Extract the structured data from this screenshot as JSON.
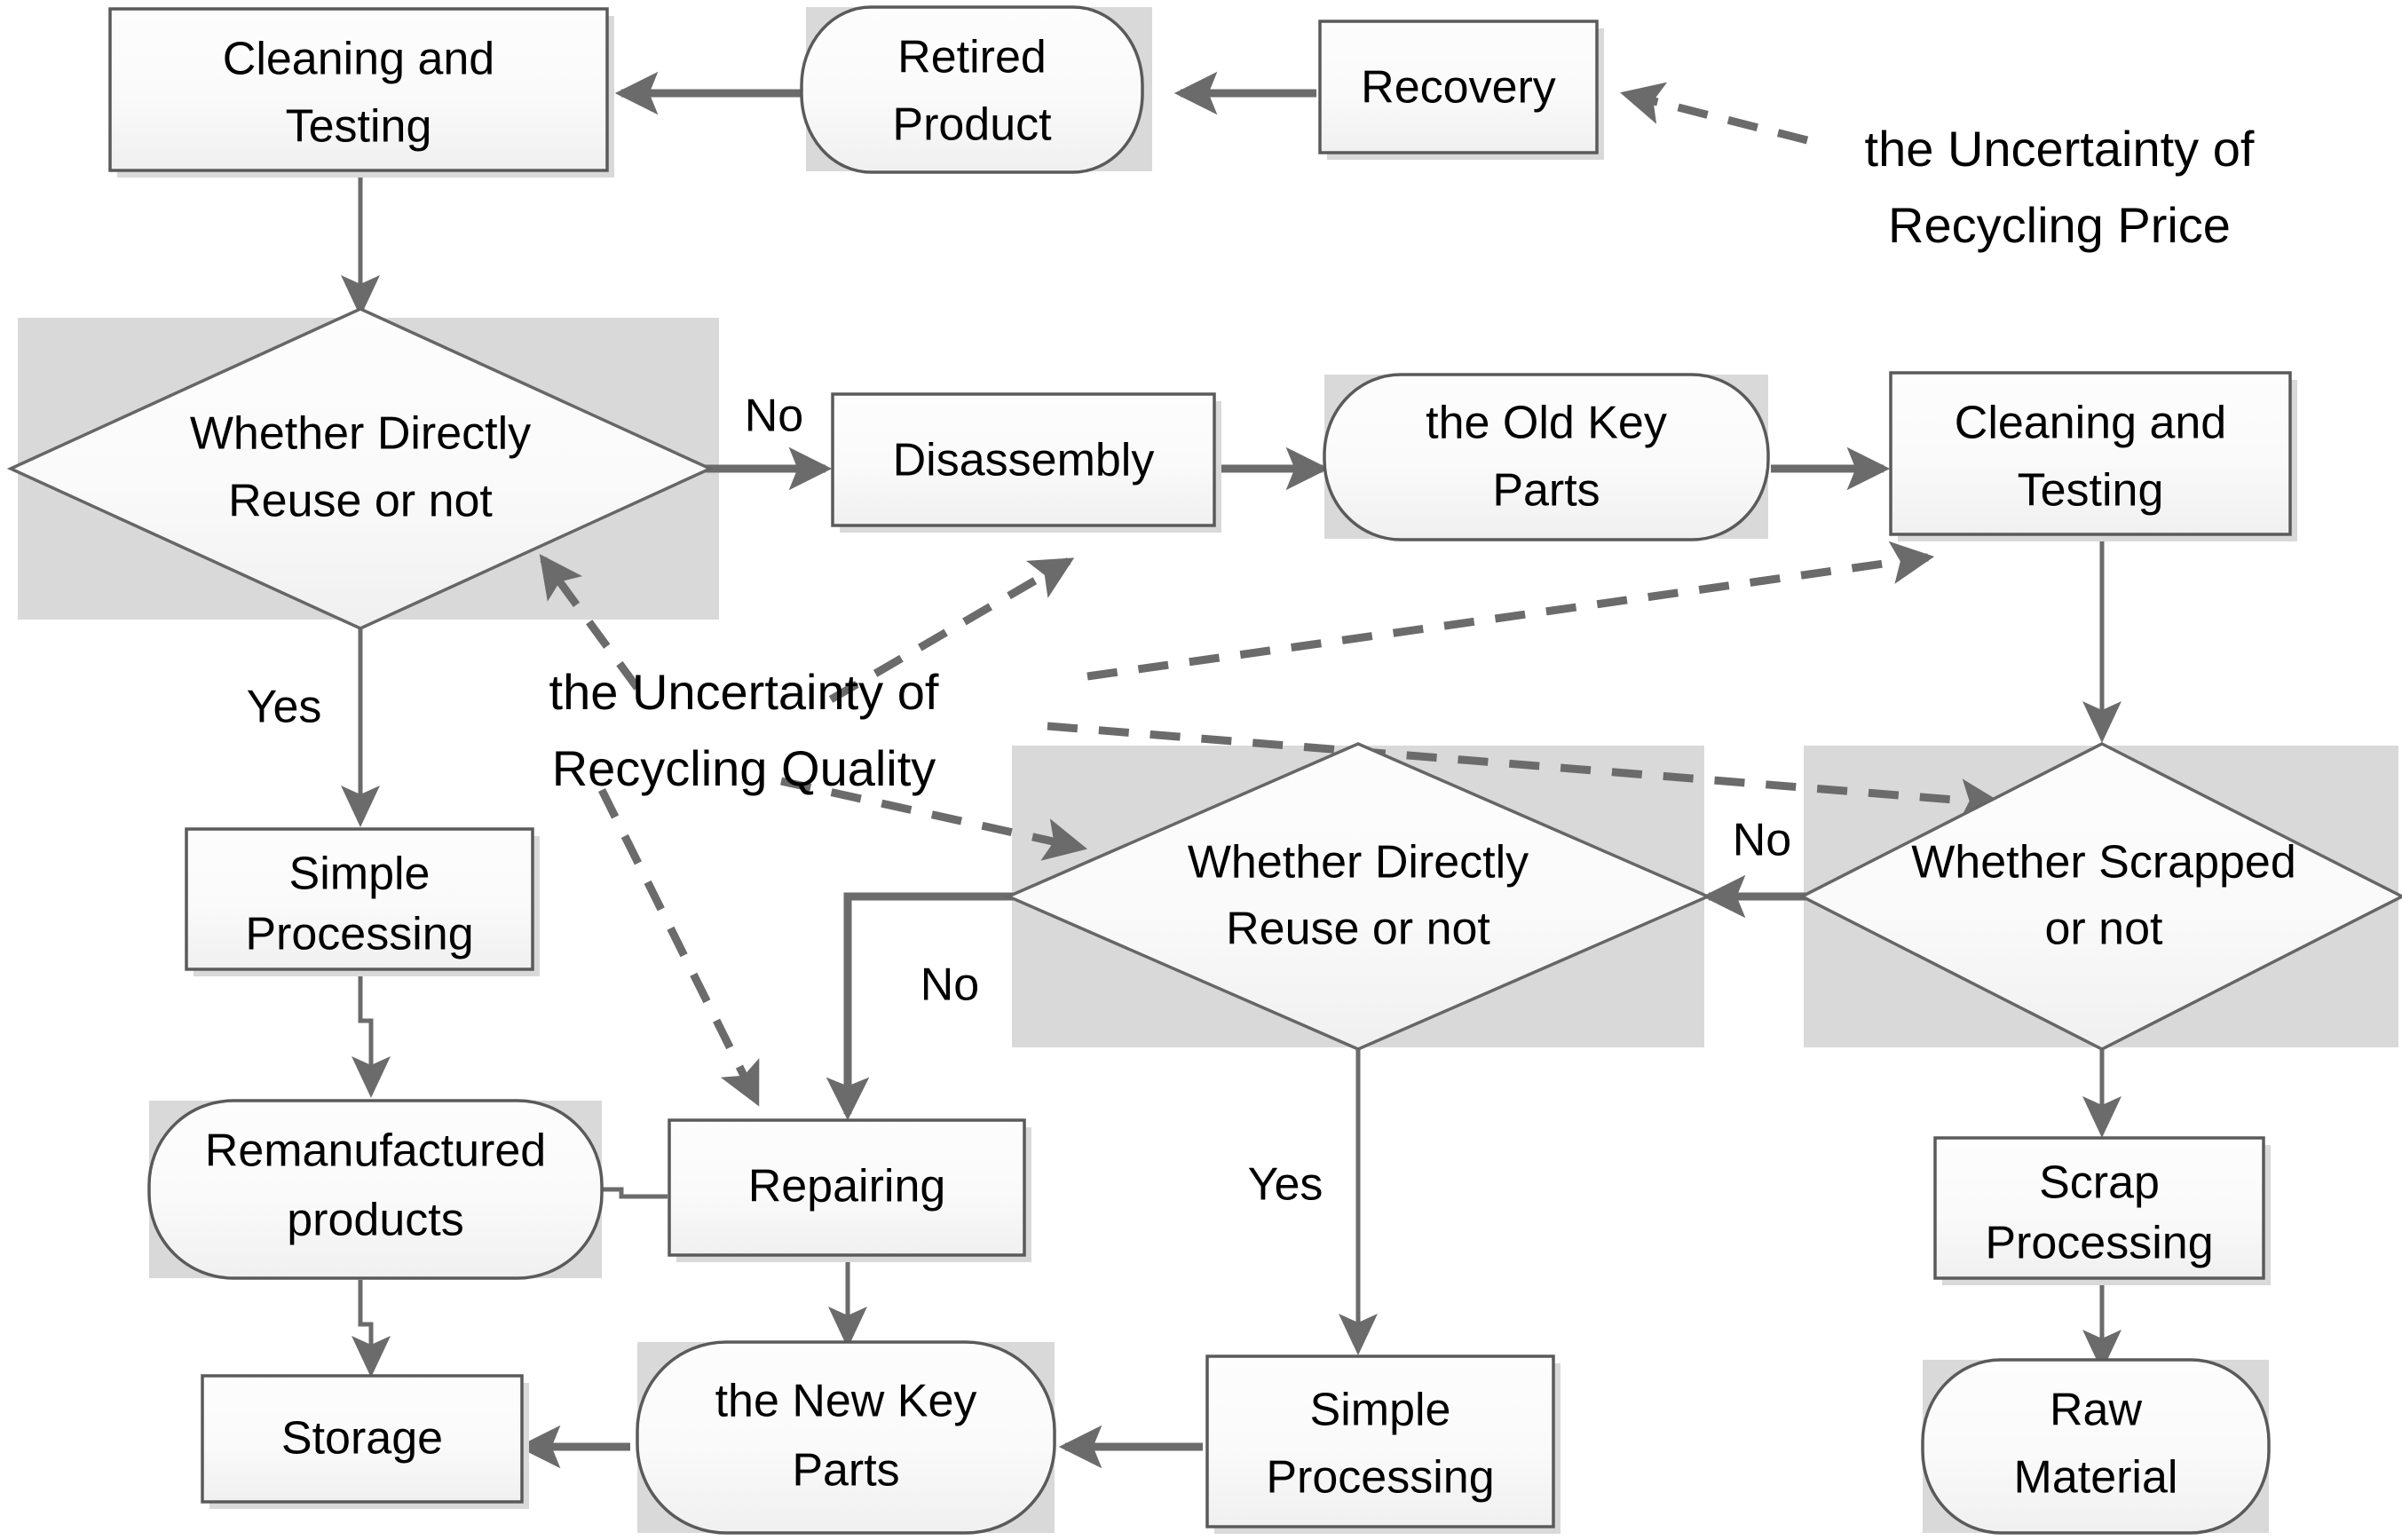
{
  "diagram": {
    "title": "Closed-loop Remanufacturing Recycling Process Flowchart",
    "colors": {
      "shadow_grey": "#d9d9d9",
      "shape_fill": "#fafafa",
      "shape_stroke": "#5a5a5a",
      "edge_grey": "#6b6b6b",
      "text_black": "#000000"
    }
  },
  "nodes": {
    "cleaning_testing_1": {
      "label_line1": "Cleaning and",
      "label_line2": "Testing",
      "shape": "rectangle"
    },
    "retired_product": {
      "label_line1": "Retired",
      "label_line2": "Product",
      "shape": "rounded"
    },
    "recovery": {
      "label_line1": "Recovery",
      "label_line2": "",
      "shape": "rectangle"
    },
    "decision_reuse_1": {
      "label_line1": "Whether Directly",
      "label_line2": "Reuse or not",
      "shape": "diamond"
    },
    "disassembly": {
      "label_line1": "Disassembly",
      "label_line2": "",
      "shape": "rectangle"
    },
    "old_key_parts": {
      "label_line1": "the Old Key",
      "label_line2": "Parts",
      "shape": "rounded"
    },
    "cleaning_testing_2": {
      "label_line1": "Cleaning and",
      "label_line2": "Testing",
      "shape": "rectangle"
    },
    "simple_processing_1": {
      "label_line1": "Simple",
      "label_line2": "Processing",
      "shape": "rectangle"
    },
    "remanufactured_products": {
      "label_line1": "Remanufactured",
      "label_line2": "products",
      "shape": "rounded"
    },
    "storage": {
      "label_line1": "Storage",
      "label_line2": "",
      "shape": "rectangle"
    },
    "repairing": {
      "label_line1": "Repairing",
      "label_line2": "",
      "shape": "rectangle"
    },
    "new_key_parts": {
      "label_line1": "the New Key",
      "label_line2": "Parts",
      "shape": "rounded"
    },
    "decision_reuse_2": {
      "label_line1": "Whether Directly",
      "label_line2": "Reuse or not",
      "shape": "diamond"
    },
    "simple_processing_2": {
      "label_line1": "Simple",
      "label_line2": "Processing",
      "shape": "rectangle"
    },
    "decision_scrapped": {
      "label_line1": "Whether  Scrapped",
      "label_line2": "or not",
      "shape": "diamond"
    },
    "scrap_processing": {
      "label_line1": "Scrap",
      "label_line2": "Processing",
      "shape": "rectangle"
    },
    "raw_material": {
      "label_line1": "Raw",
      "label_line2": "Material",
      "shape": "rounded"
    }
  },
  "annotations": {
    "uncertainty_price": {
      "line1": "the Uncertainty of",
      "line2": "Recycling Price"
    },
    "uncertainty_quality": {
      "line1": "the Uncertainty of",
      "line2": "Recycling Quality"
    }
  },
  "edge_labels": {
    "no_disassembly": "No",
    "yes_simple_processing": "Yes",
    "no_repairing": "No",
    "yes_simple_processing_2": "Yes",
    "no_scrapped": "No"
  }
}
